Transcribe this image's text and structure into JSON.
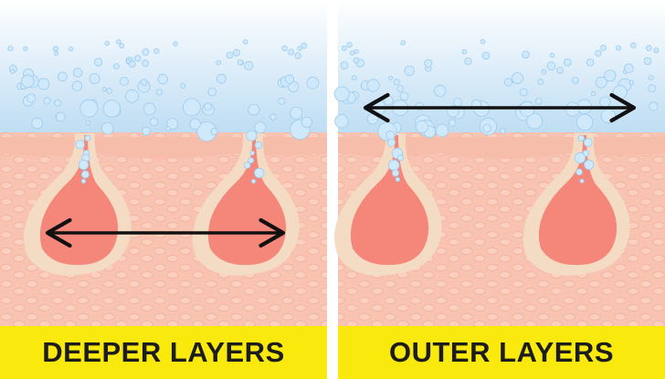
{
  "colors": {
    "water_top": "#ffffff",
    "water_bottom": "#bcdcf3",
    "bubble": "#cfe8fa",
    "bubble_stroke": "#9ccbee",
    "skin_surface": "#f7bdab",
    "skin_tissue": "#f9c3b2",
    "cell_fill": "#fbd0c0",
    "cell_stroke": "#f2b09d",
    "follicle_wall": "#f4dcc4",
    "follicle_inner": "#f4877a",
    "arrow": "#111111",
    "label_bg": "#f9e90d",
    "label_text": "#1c1c1c",
    "divider": "#ffffff"
  },
  "panels": [
    {
      "label": "DEEPER LAYERS",
      "arrow_position": "deep"
    },
    {
      "label": "OUTER LAYERS",
      "arrow_position": "surface"
    }
  ]
}
